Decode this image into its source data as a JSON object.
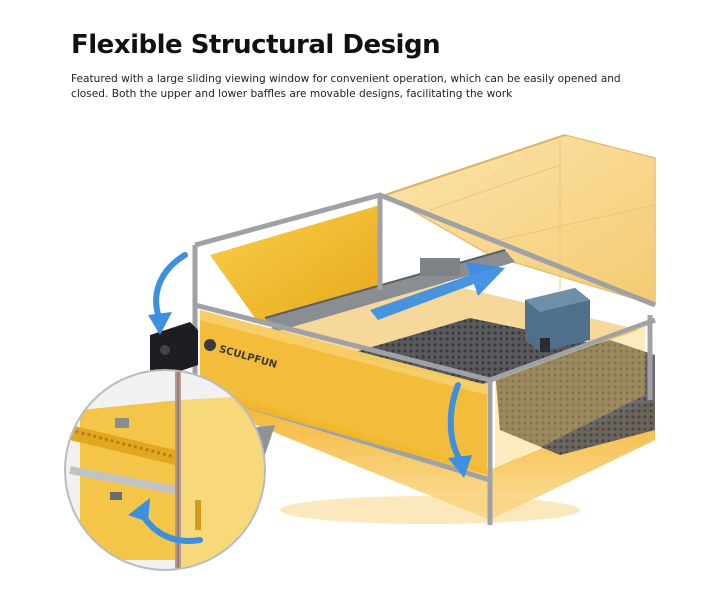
{
  "heading": "Flexible Structural Design",
  "description": "Featured with a large sliding viewing window for convenient operation, which can be easily opened and closed. Both the upper and lower baffles are movable designs, facilitating the work",
  "brand_logo_text": "SCULPFUN",
  "colors": {
    "amber_panel": "#f2b72a",
    "frame_gray": "#9ea2a6",
    "arrow_blue": "#3d8fe0",
    "background": "#ffffff"
  }
}
